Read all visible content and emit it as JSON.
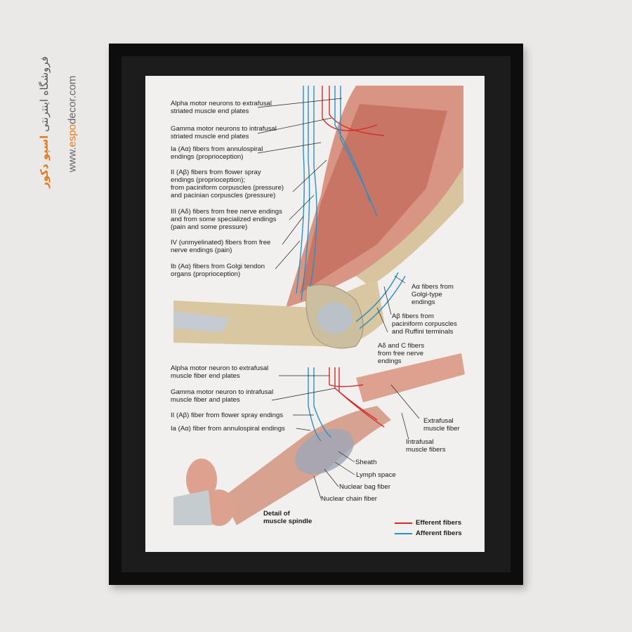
{
  "watermark": {
    "persian": "فروشگاه اینترنتی",
    "persian_brand": "اسپو دکور",
    "url_prefix": "www.",
    "url_brand": "espo",
    "url_suffix": "decor.com"
  },
  "upper_left_labels": [
    "Alpha motor neurons to extrafusal\nstriated muscle end plates",
    "Gamma motor neurons to intrafusal\nstriated muscle end plates",
    "Ia (Aα) fibers from annulospiral\nendings (proprioception)",
    "II (Aβ) fibers from flower spray\nendings (proprioception);\nfrom paciniform corpuscles (pressure)\nand pacinian corpuscles (pressure)",
    "III (Aδ) fibers from free nerve endings\nand from some specialized endings\n(pain and some pressure)",
    "IV (unmyelinated) fibers from free\nnerve endings (pain)",
    "Ib (Aα) fibers from Golgi tendon\norgans (proprioception)"
  ],
  "upper_right_labels": [
    "Aα fibers from\nGolgi-type\nendings",
    "Aβ fibers from\npaciniform corpuscles\nand Ruffini terminals",
    "Aδ and C fibers\nfrom free nerve\nendings"
  ],
  "lower_left_labels": [
    "Alpha motor neuron to extrafusal\nmuscle fiber end plates",
    "Gamma motor neuron to intrafusal\nmuscle fiber and plates",
    "II (Aβ) fiber from flower spray endings",
    "Ia (Aα) fiber from annulospiral endings"
  ],
  "lower_right_labels": [
    "Extrafusal\nmuscle fiber",
    "Intrafusal\nmuscle fibers",
    "Sheath",
    "Lymph space",
    "Nuclear bag fiber",
    "Nuclear chain fiber"
  ],
  "detail_title": "Detail of\nmuscle spindle",
  "legend": [
    {
      "label": "Efferent fibers",
      "color": "#d42a2a"
    },
    {
      "label": "Afferent fibers",
      "color": "#2a8fc4"
    }
  ]
}
